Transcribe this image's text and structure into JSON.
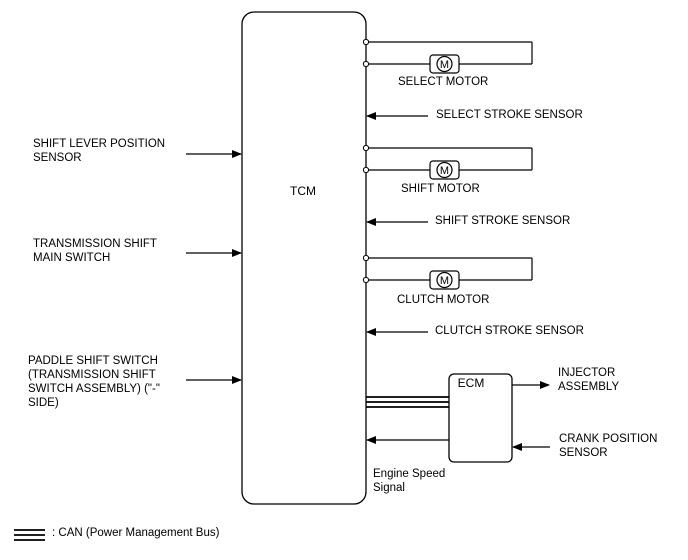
{
  "tcm": {
    "label": "TCM"
  },
  "ecm": {
    "label": "ECM"
  },
  "inputs": {
    "shift_lever_position_sensor": "SHIFT LEVER POSITION\nSENSOR",
    "transmission_shift_main_switch": "TRANSMISSION SHIFT\nMAIN SWITCH",
    "paddle_shift_switch": "PADDLE SHIFT SWITCH\n(TRANSMISSION SHIFT\nSWITCH ASSEMBLY) (\"-\"\nSIDE)"
  },
  "motors": {
    "select_motor": "SELECT MOTOR",
    "shift_motor": "SHIFT MOTOR",
    "clutch_motor": "CLUTCH MOTOR",
    "symbol": "M"
  },
  "sensors": {
    "select_stroke_sensor": "SELECT STROKE SENSOR",
    "shift_stroke_sensor": "SHIFT STROKE SENSOR",
    "clutch_stroke_sensor": "CLUTCH STROKE SENSOR",
    "crank_position_sensor": "CRANK POSITION\nSENSOR"
  },
  "outputs": {
    "injector_assembly": "INJECTOR\nASSEMBLY"
  },
  "signals": {
    "engine_speed_signal": "Engine Speed\nSignal"
  },
  "legend": {
    "can_bus": ": CAN (Power Management Bus)"
  }
}
